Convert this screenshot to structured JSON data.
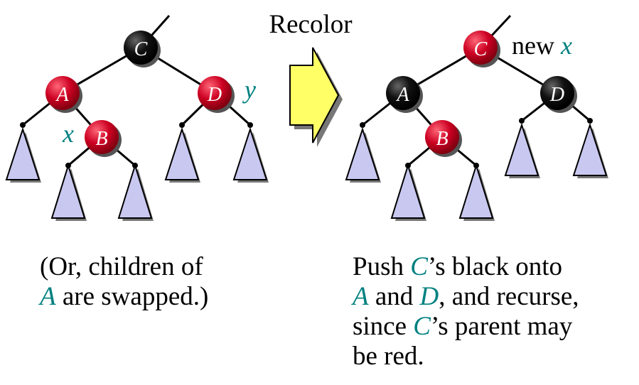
{
  "title": "Recolor",
  "colors": {
    "red": "#cc0022",
    "black": "#000000",
    "teal": "#008080",
    "triangle": "#c8c8f0",
    "arrow": "#ffff66"
  },
  "left_tree": {
    "nodes": {
      "C": "C",
      "A": "A",
      "B": "B",
      "D": "D"
    },
    "labels": {
      "x": "x",
      "y": "y"
    },
    "colors": {
      "C": "black",
      "A": "red",
      "B": "red",
      "D": "red"
    }
  },
  "right_tree": {
    "nodes": {
      "C": "C",
      "A": "A",
      "B": "B",
      "D": "D"
    },
    "labels": {
      "new": "new",
      "x": "x"
    },
    "colors": {
      "C": "red",
      "A": "black",
      "B": "red",
      "D": "black"
    }
  },
  "left_caption": {
    "line1": "(Or, children of",
    "line2_var": "A",
    "line2_rest": " are swapped.)"
  },
  "right_caption": {
    "l1_a": "Push ",
    "l1_var": "C",
    "l1_b": "’s black onto",
    "l2_var1": "A",
    "l2_mid": " and ",
    "l2_var2": "D",
    "l2_end": ", and recurse,",
    "l3_a": "since ",
    "l3_var": "C",
    "l3_b": "’s parent may",
    "l4": "be red."
  }
}
